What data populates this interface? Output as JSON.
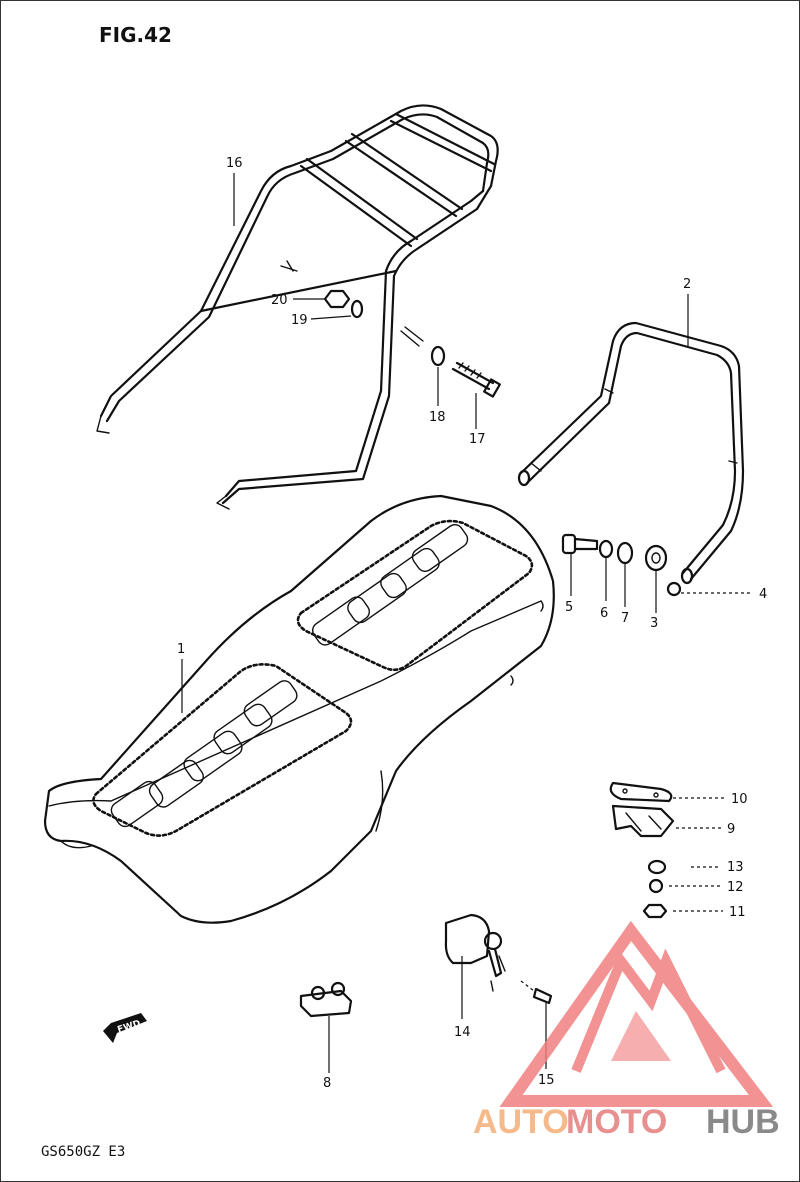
{
  "figure": {
    "title": "FIG.42",
    "model": "GS650GZ  E3",
    "fwd_label": "FWD"
  },
  "parts": [
    {
      "num": "1"
    },
    {
      "num": "2"
    },
    {
      "num": "3"
    },
    {
      "num": "4"
    },
    {
      "num": "5"
    },
    {
      "num": "6"
    },
    {
      "num": "7"
    },
    {
      "num": "8"
    },
    {
      "num": "9"
    },
    {
      "num": "10"
    },
    {
      "num": "11"
    },
    {
      "num": "12"
    },
    {
      "num": "13"
    },
    {
      "num": "14"
    },
    {
      "num": "15"
    },
    {
      "num": "16"
    },
    {
      "num": "17"
    },
    {
      "num": "18"
    },
    {
      "num": "19"
    },
    {
      "num": "20"
    }
  ],
  "watermark": {
    "part1": "AUTO",
    "part2": "MOTO",
    "part3": "HUB",
    "color1": "#f5b98a",
    "color2": "#e89090",
    "color3": "#8a8a8a",
    "logo_color": "#f08080"
  }
}
